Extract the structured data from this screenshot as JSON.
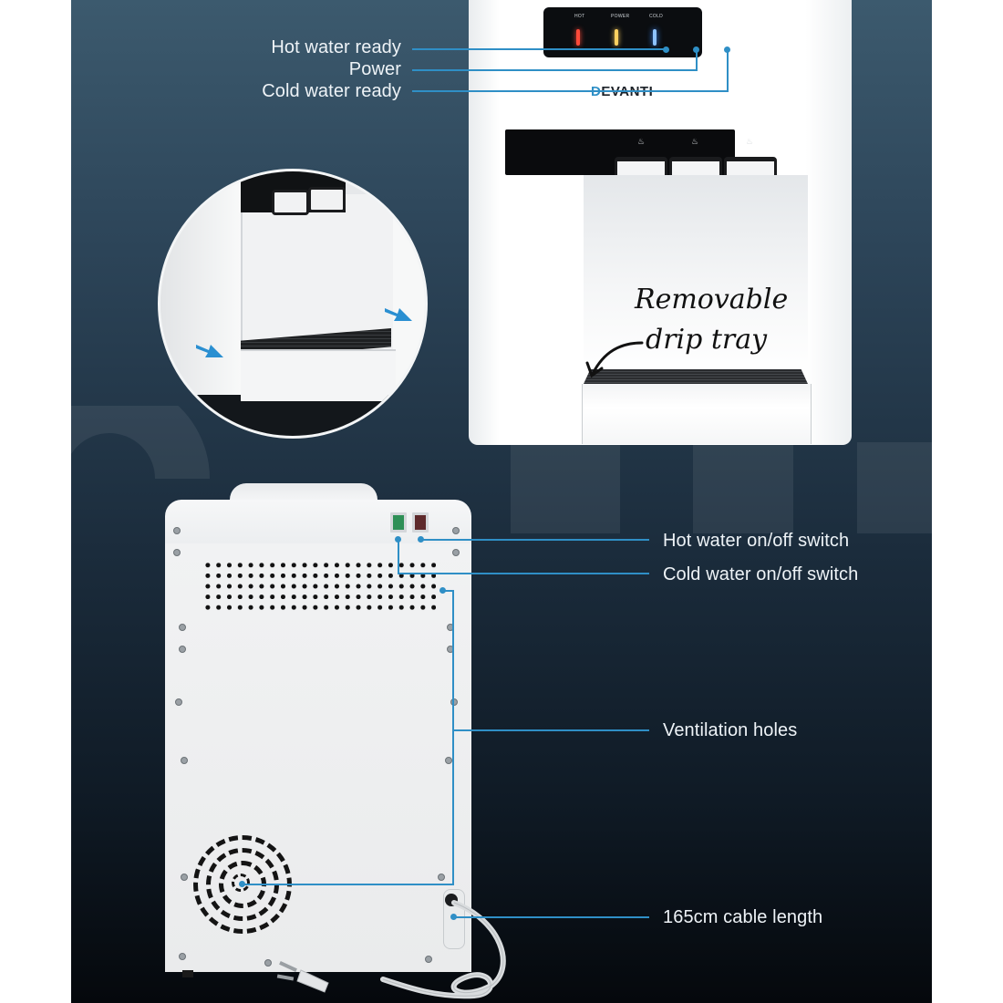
{
  "brand": {
    "name": "DEVANTI",
    "first_letter": "D",
    "rest": "EVANTI"
  },
  "colors": {
    "panel_top": "#3c5a6e",
    "panel_bottom": "#05080c",
    "leader_line": "#2f8fc6",
    "arrow": "#2a8fd1",
    "label_text": "#eef3f7",
    "hot_light": "#ff4a3a",
    "power_light": "#ffd160",
    "cold_light": "#5aa6ff",
    "cold_switch": "#2e8f56",
    "hot_switch": "#5e2a2c"
  },
  "indicator_panel": {
    "lights": [
      {
        "label": "HOT",
        "color": "#ff4a3a"
      },
      {
        "label": "POWER",
        "color": "#ffd160"
      },
      {
        "label": "COLD",
        "color": "#5aa6ff"
      }
    ]
  },
  "callouts_top": [
    {
      "text": "Hot water ready"
    },
    {
      "text": "Power"
    },
    {
      "text": "Cold water ready"
    }
  ],
  "drip_tray_annotation": {
    "line1": "Removable",
    "line2": "drip tray"
  },
  "callouts_back": [
    {
      "text": "Hot water on/off switch"
    },
    {
      "text": "Cold water on/off switch"
    },
    {
      "text": "Ventilation holes"
    },
    {
      "text": "165cm cable length"
    }
  ],
  "icons": {
    "tap_icons": [
      "hot-tap-icon",
      "warm-tap-icon",
      "cold-tap-icon"
    ],
    "arrows": [
      "arrow-down-right-icon",
      "arrow-down-right-icon"
    ]
  }
}
